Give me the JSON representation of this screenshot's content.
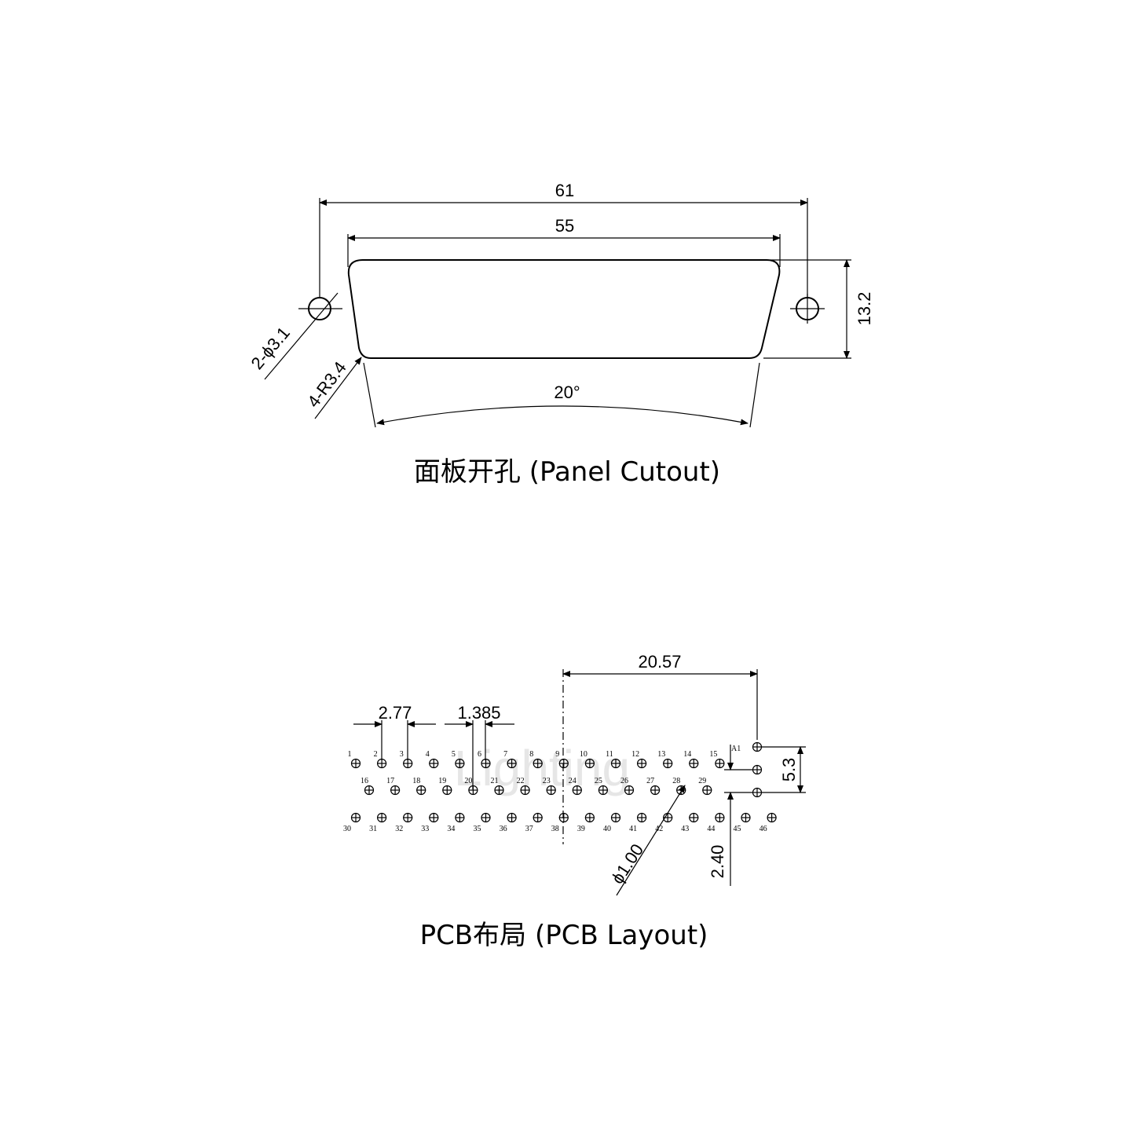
{
  "panel": {
    "dim_overall": "61",
    "dim_opening": "55",
    "dim_height": "13.2",
    "dim_hole": "2-ϕ3.1",
    "dim_radius": "4-R3.4",
    "dim_angle": "20°",
    "caption": "面板开孔 (Panel Cutout)"
  },
  "pcb": {
    "dim_span": "20.57",
    "dim_pitch": "2.77",
    "dim_half_pitch": "1.385",
    "dim_rows": "5.3",
    "dim_offset": "2.40",
    "dim_hole": "ϕ1.00",
    "mount_label": "A1",
    "watermark": "Lighting",
    "caption": "PCB布局 (PCB Layout)",
    "row1": [
      "1",
      "2",
      "3",
      "4",
      "5",
      "6",
      "7",
      "8",
      "9",
      "10",
      "11",
      "12",
      "13",
      "14",
      "15"
    ],
    "row2": [
      "16",
      "17",
      "18",
      "19",
      "20",
      "21",
      "22",
      "23",
      "24",
      "25",
      "26",
      "27",
      "28",
      "29"
    ],
    "row3": [
      "30",
      "31",
      "32",
      "33",
      "34",
      "35",
      "36",
      "37",
      "38",
      "39",
      "40",
      "41",
      "42",
      "43",
      "44",
      "45",
      "46"
    ]
  }
}
